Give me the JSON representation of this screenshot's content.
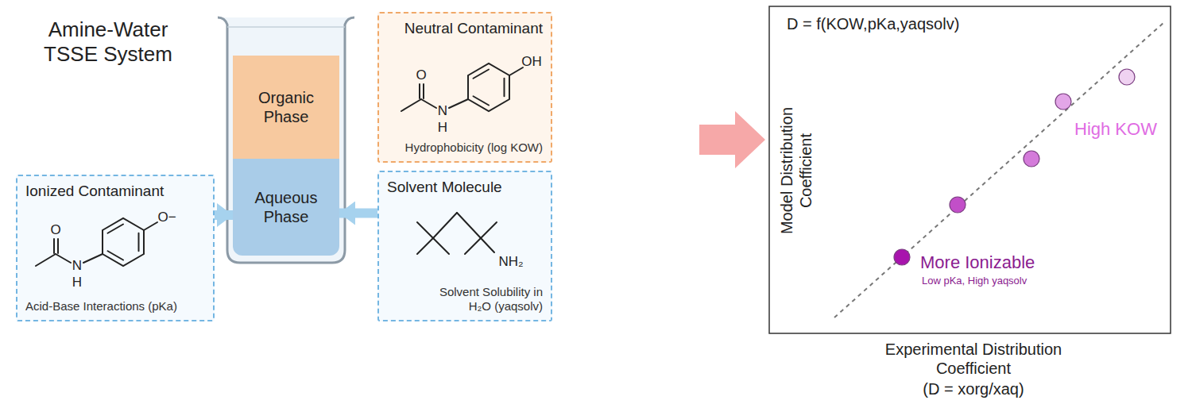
{
  "diagram": {
    "title": "Amine-Water TSSE System",
    "nodes": [
      {
        "text": [
          "Ionized Contaminant",
          "Acid-Base Interactions (pKa)"
        ]
      },
      {
        "text": [
          "Organic Phase"
        ]
      },
      {
        "text": [
          "Aqueous Phase"
        ]
      },
      {
        "text": [
          "Neutral Contaminant",
          "Hydrophobicity (log KOW)"
        ]
      },
      {
        "text": [
          "Solvent Molecule",
          "Solvent Solubility in H₂O (yaqsolv)"
        ]
      }
    ],
    "edges": [
      {
        "from": 0,
        "to": 2,
        "arrow": "to"
      },
      {
        "from": 4,
        "to": 2,
        "arrow": "to"
      }
    ],
    "labels": [
      "O",
      "N",
      "H",
      "O−",
      "O",
      "N",
      "H",
      "OH",
      "NH₂",
      "D = f(KOW,pKa,yaqsolv)",
      "Model Distribution Coefficient",
      "High KOW",
      "More Ionizable",
      "Low pKa, High yaqsolv",
      "Experimental Distribution Coefficient",
      "(D = xorg/xaq)"
    ]
  }
}
